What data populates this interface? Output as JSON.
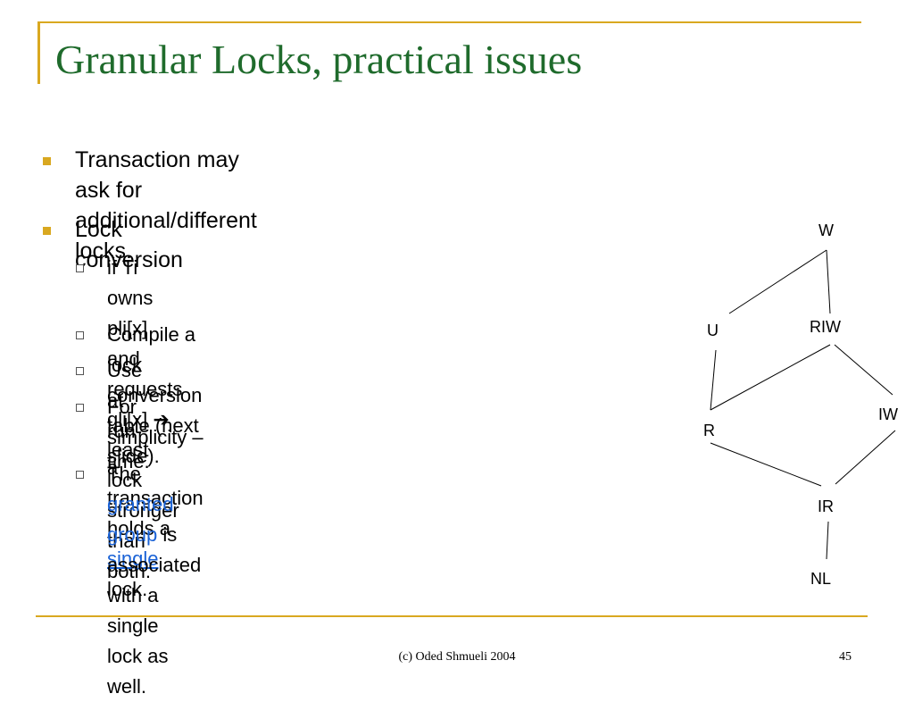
{
  "slide": {
    "title": "Granular Locks, practical issues",
    "bullets": [
      {
        "line1": "Transaction may ask for additional/different",
        "line2": "locks."
      },
      {
        "line1": "Lock conversion"
      }
    ],
    "sub_bullets": [
      {
        "line1_pre": "if Ti owns pli[x] and requests qli[x] ",
        "arrow": "➔",
        "line1_post": " least lock",
        "line2": "stronger than both."
      },
      {
        "line1": "Compile a lock conversion table (next slide)."
      },
      {
        "line1": "Use at run-time."
      },
      {
        "line1_pre": "For simplicity – a transaction holds a ",
        "link": "single",
        "line2": "lock."
      },
      {
        "line1_pre": "The ",
        "highlight": "granted group",
        "line1_post": " is associated with a single",
        "line2": "lock as well."
      }
    ],
    "colors": {
      "title": "#1f6b2c",
      "accent": "#d9a820",
      "link": "#1a62d6"
    }
  },
  "lock_graph": {
    "nodes": [
      "W",
      "U",
      "RIW",
      "R",
      "IW",
      "IR",
      "NL"
    ],
    "edges": [
      [
        "W",
        "U"
      ],
      [
        "W",
        "RIW"
      ],
      [
        "U",
        "R"
      ],
      [
        "RIW",
        "R"
      ],
      [
        "RIW",
        "IW"
      ],
      [
        "R",
        "IR"
      ],
      [
        "IW",
        "IR"
      ],
      [
        "IR",
        "NL"
      ]
    ]
  },
  "footer": {
    "text": "(c) Oded Shmueli 2004",
    "page": "45"
  }
}
